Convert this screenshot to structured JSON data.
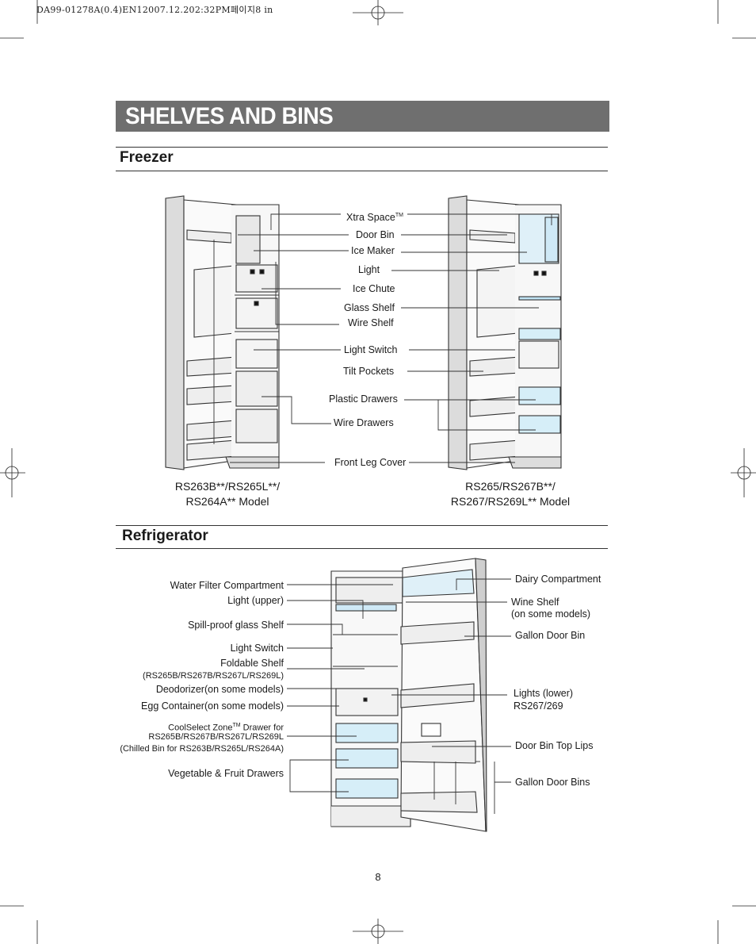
{
  "header": {
    "code": "DA99-01278A(0.4)EN12007.12.202:32PM페이지8  in"
  },
  "page": {
    "title": "SHELVES AND BINS",
    "number": "8"
  },
  "freezer": {
    "heading": "Freezer",
    "labels": {
      "xtra_space": "Xtra Space",
      "xtra_space_tm": "TM",
      "door_bin": "Door Bin",
      "ice_maker": "Ice Maker",
      "light": "Light",
      "ice_chute": "Ice Chute",
      "glass_shelf": "Glass Shelf",
      "wire_shelf": "Wire Shelf",
      "light_switch": "Light Switch",
      "tilt_pockets": "Tilt Pockets",
      "plastic_drawers": "Plastic Drawers",
      "wire_drawers": "Wire Drawers",
      "front_leg_cover": "Front Leg Cover"
    },
    "model_left": {
      "line1": "RS263B**/RS265L**/",
      "line2": "RS264A** Model"
    },
    "model_right": {
      "line1": "RS265/RS267B**/",
      "line2": "RS267/RS269L** Model"
    }
  },
  "refrigerator": {
    "heading": "Refrigerator",
    "left_labels": {
      "water_filter": "Water Filter Compartment",
      "light_upper": "Light (upper)",
      "spill_proof": "Spill-proof glass Shelf",
      "light_switch": "Light Switch",
      "foldable_shelf": "Foldable Shelf",
      "foldable_models": "(RS265B/RS267B/RS267L/RS269L)",
      "deodorizer": "Deodorizer(on some models)",
      "egg_container": "Egg Container(on some models)",
      "coolselect_1a": "CoolSelect Zone",
      "coolselect_tm": "TM",
      "coolselect_1b": " Drawer for",
      "coolselect_2": "RS265B/RS267B/RS267L/RS269L",
      "coolselect_3": "(Chilled Bin for RS263B/RS265L/RS264A)",
      "veg_fruit": "Vegetable & Fruit Drawers"
    },
    "right_labels": {
      "dairy": "Dairy Compartment",
      "wine_shelf": "Wine Shelf",
      "wine_shelf_note": "(on some models)",
      "gallon_door_bin": "Gallon Door Bin",
      "lights_lower": "Lights (lower)",
      "lights_lower_models": "RS267/269",
      "door_bin_top_lips": "Door Bin Top Lips",
      "gallon_door_bins": "Gallon Door Bins"
    }
  }
}
